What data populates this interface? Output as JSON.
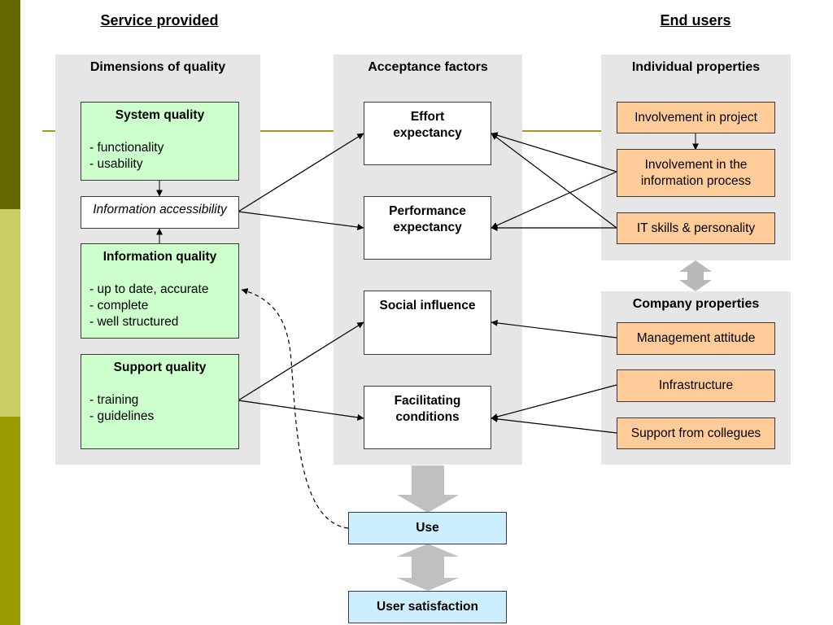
{
  "headings": {
    "service_provided": "Service provided",
    "end_users": "End users"
  },
  "panels": {
    "dimensions": "Dimensions of quality",
    "acceptance": "Acceptance factors",
    "individual": "Individual properties",
    "company": "Company properties"
  },
  "quality": {
    "system": {
      "title": "System quality",
      "items": [
        "- functionality",
        "- usability"
      ]
    },
    "accessibility": "Information accessibility",
    "information": {
      "title": "Information quality",
      "items": [
        "- up to date, accurate",
        "- complete",
        "- well structured"
      ]
    },
    "support": {
      "title": "Support quality",
      "items": [
        "- training",
        "- guidelines"
      ]
    }
  },
  "factors": {
    "effort": "Effort expectancy",
    "performance": "Performance expectancy",
    "social": "Social influence",
    "facilitating": "Facilitating conditions"
  },
  "individual": {
    "involvement_project": "Involvement in project",
    "involvement_info": "Involvement in the information process",
    "it_skills": "IT skills & personality"
  },
  "company": {
    "management": "Management attitude",
    "infrastructure": "Infrastructure",
    "support": "Support from collegues"
  },
  "outcomes": {
    "use": "Use",
    "satisfaction": "User satisfaction"
  },
  "colors": {
    "strip_dark": "#666600",
    "strip_light": "#cccc66",
    "strip_mid": "#999900",
    "rule": "#a09a20",
    "panel": "#e6e6e6",
    "green_box": "#ccffcc",
    "orange_box": "#ffcc99",
    "blue_box": "#cceeff",
    "gray_arrow": "#c0c0c0"
  }
}
